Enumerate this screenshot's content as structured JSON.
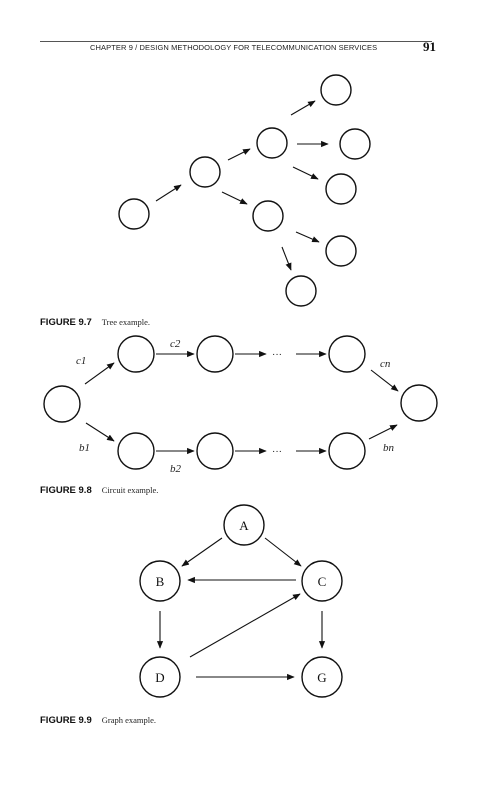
{
  "header": {
    "running_head": "CHAPTER 9 / DESIGN METHODOLOGY FOR TELECOMMUNICATION SERVICES",
    "page_number": "91"
  },
  "figures": [
    {
      "label": "FIGURE 9.7",
      "caption": "Tree example."
    },
    {
      "label": "FIGURE 9.8",
      "caption": "Circuit example.",
      "edge_labels": {
        "c1": "c1",
        "c2": "c2",
        "cn": "cn",
        "b1": "b1",
        "b2": "b2",
        "bn": "bn"
      },
      "ellipsis": "···"
    },
    {
      "label": "FIGURE 9.9",
      "caption": "Graph example.",
      "nodes": [
        "A",
        "B",
        "C",
        "D",
        "G"
      ]
    }
  ]
}
